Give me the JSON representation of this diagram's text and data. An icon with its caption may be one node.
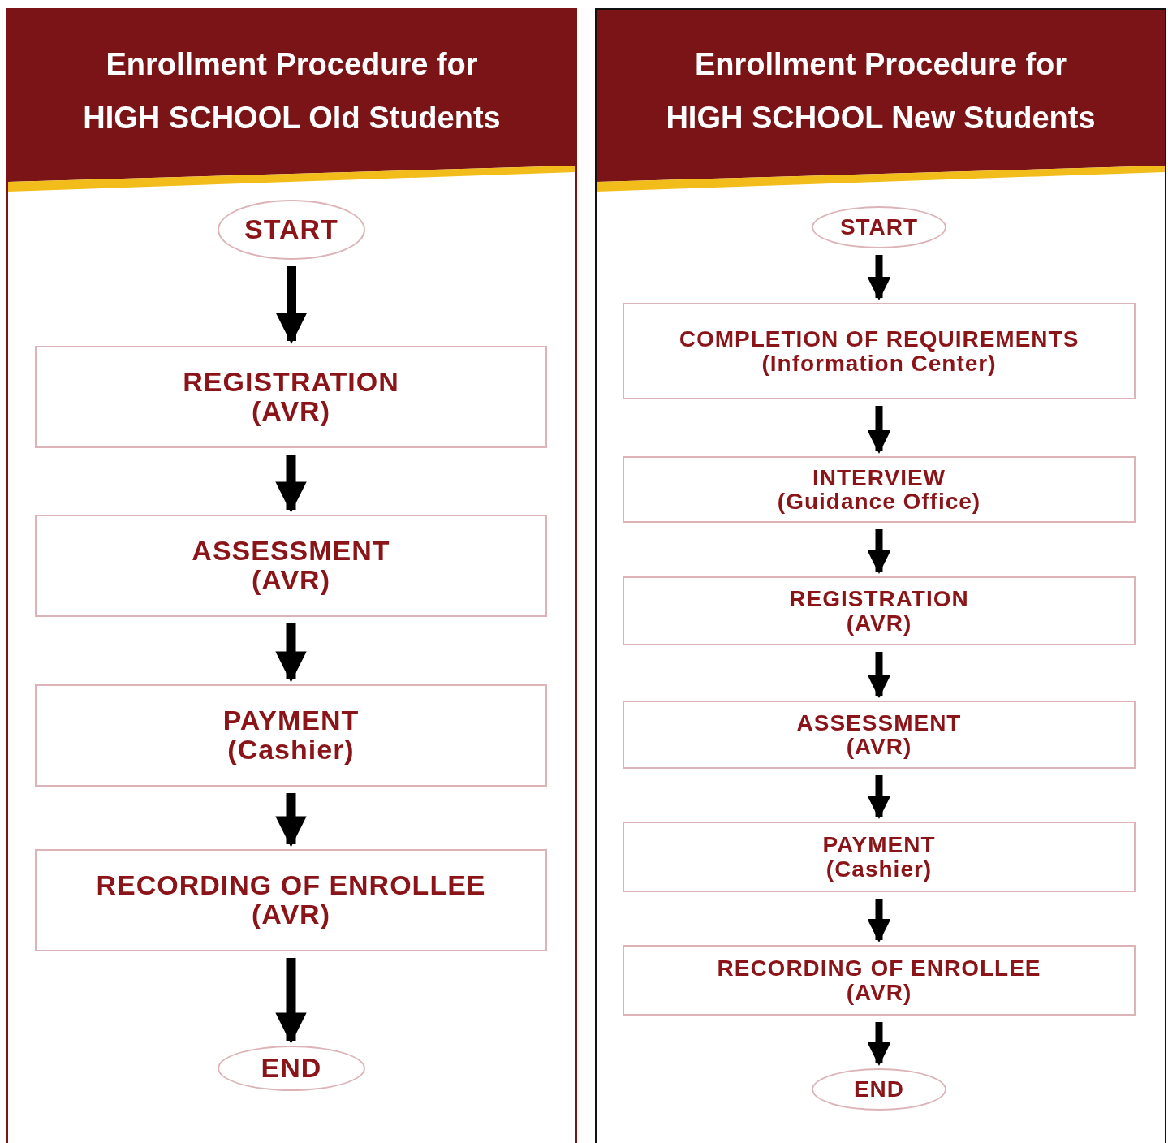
{
  "diagram": {
    "nodes": [
      {
        "text": [
          "Enrollment Procedure for HIGH SCHOOL Old Students"
        ]
      },
      {
        "text": [
          "START"
        ],
        "in": 0
      },
      {
        "text": [
          "REGISTRATION",
          "(AVR)"
        ],
        "in": 0
      },
      {
        "text": [
          "ASSESSMENT",
          "(AVR)"
        ],
        "in": 0
      },
      {
        "text": [
          "PAYMENT",
          "(Cashier)"
        ],
        "in": 0
      },
      {
        "text": [
          "RECORDING OF ENROLLEE",
          "(AVR)"
        ],
        "in": 0
      },
      {
        "text": [
          "END"
        ],
        "in": 0
      },
      {
        "text": [
          "Enrollment Procedure for HIGH SCHOOL New Students"
        ]
      },
      {
        "text": [
          "START"
        ],
        "in": 7
      },
      {
        "text": [
          "COMPLETION OF REQUIREMENTS",
          "(Information Center)"
        ],
        "in": 7
      },
      {
        "text": [
          "INTERVIEW",
          "(Guidance Office)"
        ],
        "in": 7
      },
      {
        "text": [
          "REGISTRATION",
          "(AVR)"
        ],
        "in": 7
      },
      {
        "text": [
          "ASSESSMENT",
          "(AVR)"
        ],
        "in": 7
      },
      {
        "text": [
          "PAYMENT",
          "(Cashier)"
        ],
        "in": 7
      },
      {
        "text": [
          "RECORDING OF ENROLLEE",
          "(AVR)"
        ],
        "in": 7
      },
      {
        "text": [
          "END"
        ],
        "in": 7
      }
    ],
    "edges": [
      {
        "from": 1,
        "to": 2,
        "arrow": "to"
      },
      {
        "from": 2,
        "to": 3,
        "arrow": "to"
      },
      {
        "from": 3,
        "to": 4,
        "arrow": "to"
      },
      {
        "from": 4,
        "to": 5,
        "arrow": "to"
      },
      {
        "from": 5,
        "to": 6,
        "arrow": "to"
      },
      {
        "from": 8,
        "to": 9,
        "arrow": "to"
      },
      {
        "from": 9,
        "to": 10,
        "arrow": "to"
      },
      {
        "from": 10,
        "to": 11,
        "arrow": "to"
      },
      {
        "from": 11,
        "to": 12,
        "arrow": "to"
      },
      {
        "from": 12,
        "to": 13,
        "arrow": "to"
      },
      {
        "from": 13,
        "to": 14,
        "arrow": "to"
      },
      {
        "from": 14,
        "to": 15,
        "arrow": "to"
      }
    ]
  }
}
